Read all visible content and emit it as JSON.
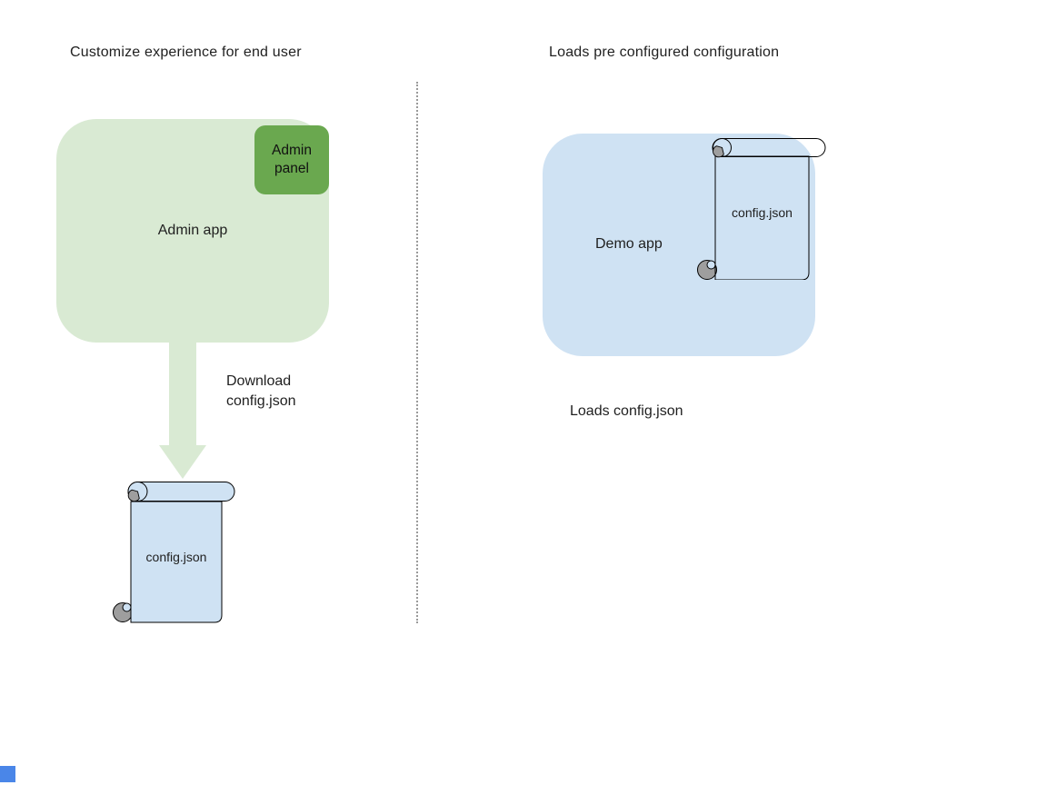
{
  "colors": {
    "light_green": "#d9ead3",
    "dark_green": "#6aa84f",
    "light_blue": "#cfe2f3",
    "curl_gray": "#9e9e9e",
    "divider_gray": "#9a9a9a",
    "corner_blue": "#4a86e8"
  },
  "left_panel": {
    "title": "Customize experience for end user",
    "admin_app_label": "Admin app",
    "admin_panel_label": "Admin panel",
    "download_label": "Download\nconfig.json",
    "scroll_label": "config.json"
  },
  "right_panel": {
    "title": "Loads pre configured configuration",
    "demo_app_label": "Demo app",
    "scroll_label": "config.json",
    "caption": "Loads config.json"
  }
}
